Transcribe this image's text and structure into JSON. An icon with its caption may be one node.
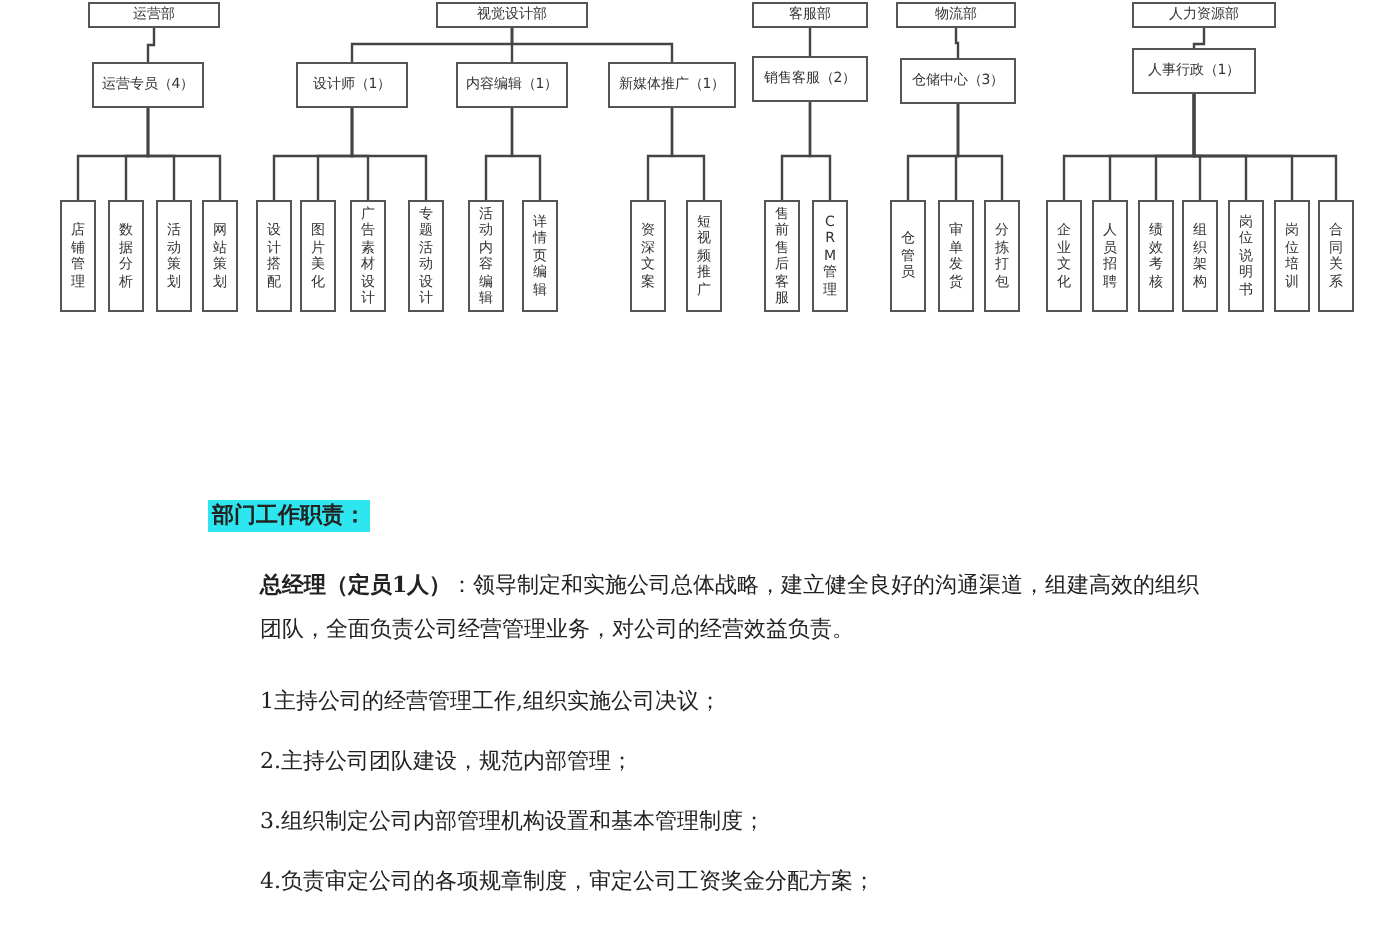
{
  "diagram": {
    "nodes": [
      {
        "text": [
          "运营部"
        ]
      },
      {
        "text": [
          "视觉设计部"
        ]
      },
      {
        "text": [
          "客服部"
        ]
      },
      {
        "text": [
          "物流部"
        ]
      },
      {
        "text": [
          "人力资源部"
        ]
      },
      {
        "text": [
          "运营专员（4）"
        ]
      },
      {
        "text": [
          "设计师（1）"
        ]
      },
      {
        "text": [
          "内容编辑（1）"
        ]
      },
      {
        "text": [
          "新媒体推广（1）"
        ]
      },
      {
        "text": [
          "销售客服（2）"
        ]
      },
      {
        "text": [
          "仓储中心（3）"
        ]
      },
      {
        "text": [
          "人事行政（1）"
        ]
      },
      {
        "text": [
          "店铺管理"
        ]
      },
      {
        "text": [
          "数据分析"
        ]
      },
      {
        "text": [
          "活动策划"
        ]
      },
      {
        "text": [
          "网站策划"
        ]
      },
      {
        "text": [
          "设计搭配"
        ]
      },
      {
        "text": [
          "图片美化"
        ]
      },
      {
        "text": [
          "广告素材设计"
        ]
      },
      {
        "text": [
          "专题活动设计"
        ]
      },
      {
        "text": [
          "活动内容编辑"
        ]
      },
      {
        "text": [
          "详情页编辑"
        ]
      },
      {
        "text": [
          "资深文案"
        ]
      },
      {
        "text": [
          "短视频推广"
        ]
      },
      {
        "text": [
          "售前售后客服"
        ]
      },
      {
        "text": [
          "CRM管理"
        ]
      },
      {
        "text": [
          "仓管员"
        ]
      },
      {
        "text": [
          "审单发货"
        ]
      },
      {
        "text": [
          "分拣打包"
        ]
      },
      {
        "text": [
          "企业文化"
        ]
      },
      {
        "text": [
          "人员招聘"
        ]
      },
      {
        "text": [
          "绩效考核"
        ]
      },
      {
        "text": [
          "组织架构"
        ]
      },
      {
        "text": [
          "岗位说明书"
        ]
      },
      {
        "text": [
          "岗位培训"
        ]
      },
      {
        "text": [
          "合同关系"
        ]
      }
    ],
    "edges": [
      {
        "from": 0,
        "to": 5,
        "arrow": "none"
      },
      {
        "from": 1,
        "to": 6,
        "arrow": "none"
      },
      {
        "from": 1,
        "to": 7,
        "arrow": "none"
      },
      {
        "from": 1,
        "to": 8,
        "arrow": "none"
      },
      {
        "from": 2,
        "to": 9,
        "arrow": "none"
      },
      {
        "from": 3,
        "to": 10,
        "arrow": "none"
      },
      {
        "from": 4,
        "to": 11,
        "arrow": "none"
      },
      {
        "from": 5,
        "to": 12,
        "arrow": "none"
      },
      {
        "from": 5,
        "to": 13,
        "arrow": "none"
      },
      {
        "from": 5,
        "to": 14,
        "arrow": "none"
      },
      {
        "from": 5,
        "to": 15,
        "arrow": "none"
      },
      {
        "from": 6,
        "to": 16,
        "arrow": "none"
      },
      {
        "from": 6,
        "to": 17,
        "arrow": "none"
      },
      {
        "from": 6,
        "to": 18,
        "arrow": "none"
      },
      {
        "from": 6,
        "to": 19,
        "arrow": "none"
      },
      {
        "from": 7,
        "to": 20,
        "arrow": "none"
      },
      {
        "from": 7,
        "to": 21,
        "arrow": "none"
      },
      {
        "from": 8,
        "to": 22,
        "arrow": "none"
      },
      {
        "from": 8,
        "to": 23,
        "arrow": "none"
      },
      {
        "from": 9,
        "to": 24,
        "arrow": "none"
      },
      {
        "from": 9,
        "to": 25,
        "arrow": "none"
      },
      {
        "from": 10,
        "to": 26,
        "arrow": "none"
      },
      {
        "from": 10,
        "to": 27,
        "arrow": "none"
      },
      {
        "from": 10,
        "to": 28,
        "arrow": "none"
      },
      {
        "from": 11,
        "to": 29,
        "arrow": "none"
      },
      {
        "from": 11,
        "to": 30,
        "arrow": "none"
      },
      {
        "from": 11,
        "to": 31,
        "arrow": "none"
      },
      {
        "from": 11,
        "to": 32,
        "arrow": "none"
      },
      {
        "from": 11,
        "to": 33,
        "arrow": "none"
      },
      {
        "from": 11,
        "to": 34,
        "arrow": "none"
      },
      {
        "from": 11,
        "to": 35,
        "arrow": "none"
      }
    ],
    "labels": [
      "部门工作职责：",
      "**总经理（定员1人）**：领导制定和实施公司总体战略，建立健全良好的沟通渠道，组建高效的组织团队，全面负责公司经营管理业务，对公司的经营效益负责。",
      "1主持公司的经营管理工作,组织实施公司决议；",
      "2.主持公司团队建设，规范内部管理；",
      "3.组织制定公司内部管理机构设置和基本管理制度；",
      "4.负责审定公司的各项规章制度，审定公司工资奖金分配方案；"
    ]
  }
}
